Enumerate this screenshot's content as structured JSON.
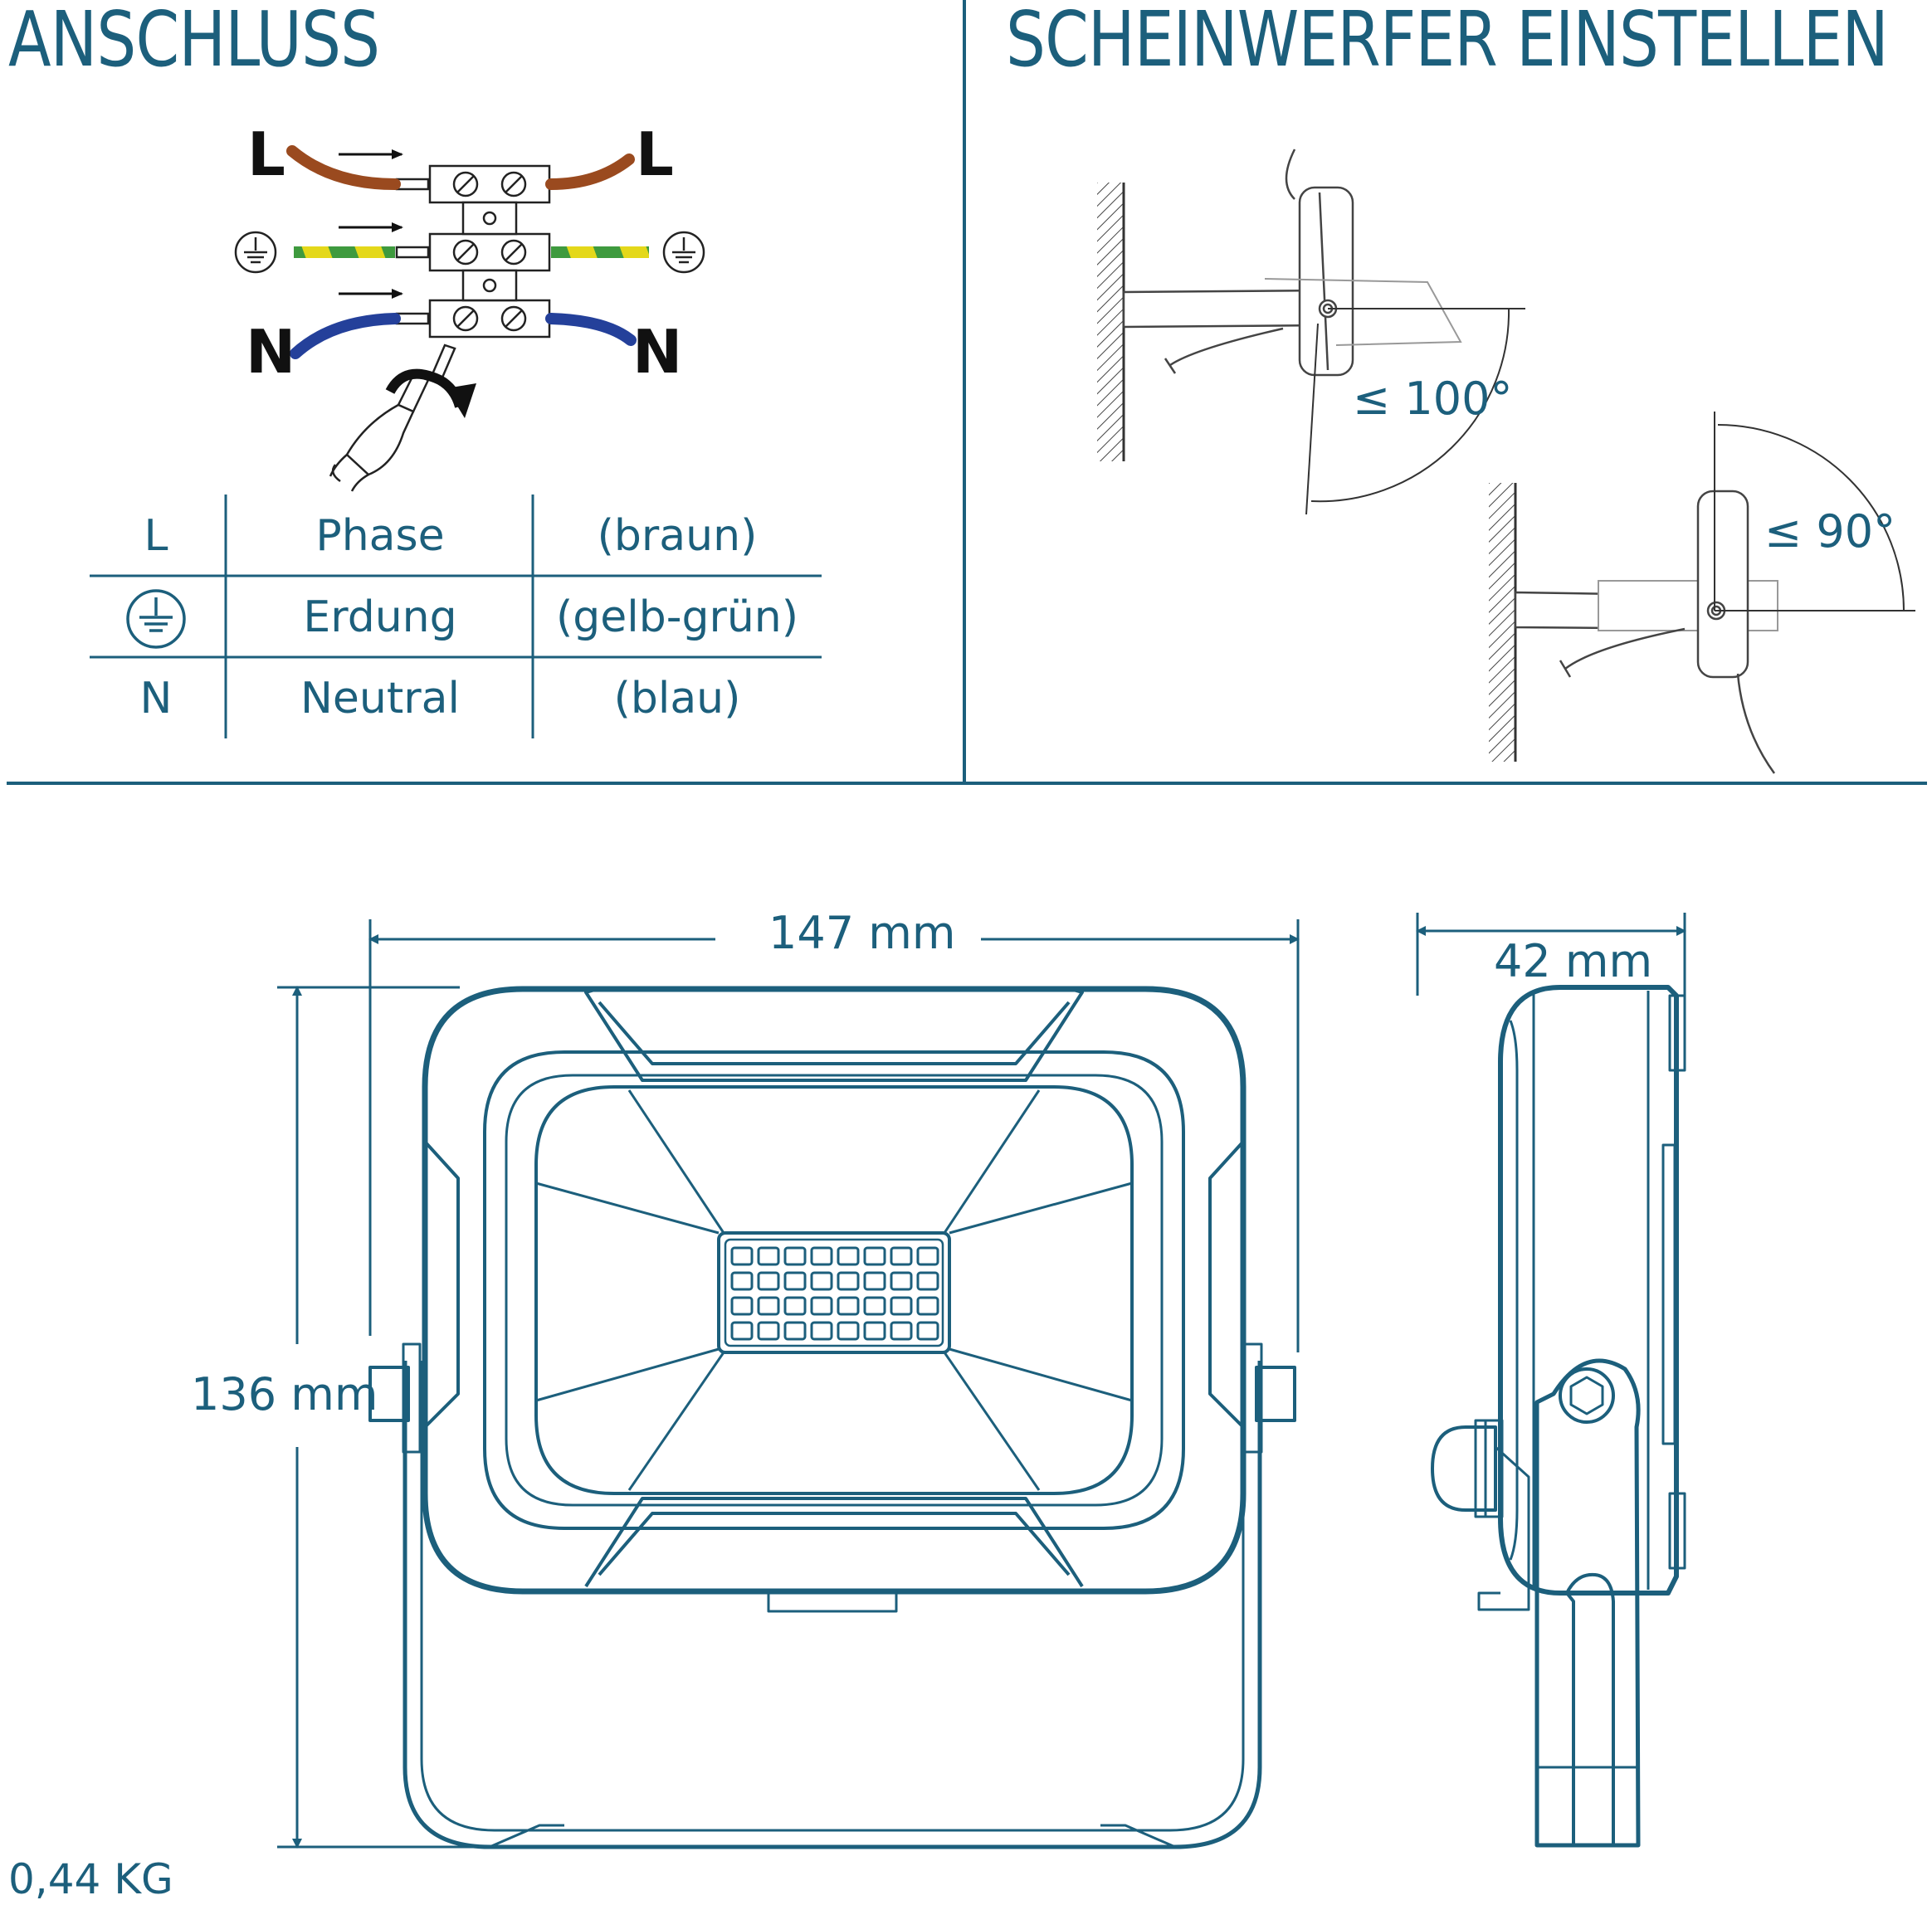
{
  "headings": {
    "connection": "ANSCHLUSS",
    "adjust": "SCHEINWERFER EINSTELLEN"
  },
  "wire_labels": {
    "left_top": "L",
    "right_top": "L",
    "left_bottom": "N",
    "right_bottom": "N"
  },
  "wire_table": {
    "rows": [
      {
        "symbol": "L",
        "name": "Phase",
        "color": "(braun)"
      },
      {
        "symbol": "",
        "name": "Erdung",
        "color": "(gelb-grün)"
      },
      {
        "symbol": "N",
        "name": "Neutral",
        "color": "(blau)"
      }
    ]
  },
  "angles": {
    "tilt_down": "≤ 100°",
    "tilt_up": "≤ 90°"
  },
  "dimensions": {
    "width": "147 mm",
    "height": "136 mm",
    "depth": "42 mm"
  },
  "weight": "0,44 KG",
  "colors": {
    "accent": "#1c5f7c",
    "wire_live": "#9a4a1f",
    "wire_neutral": "#24409a",
    "wire_earth_yellow": "#e4d81a",
    "wire_earth_green": "#3e9a3e"
  },
  "icons": [
    "earth-ground-icon",
    "screwdriver-icon",
    "rotate-arrow-icon",
    "led-chip-icon"
  ]
}
